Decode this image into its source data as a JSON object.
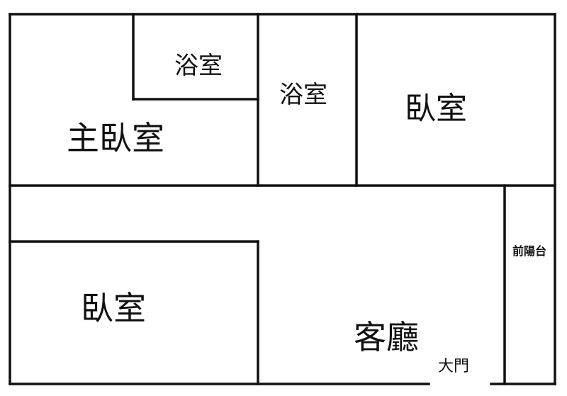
{
  "rooms": {
    "bath_small": "浴室",
    "bath_middle": "浴室",
    "bedroom_right": "臥室",
    "master_bedroom": "主臥室",
    "bedroom_lower": "臥室",
    "living_room": "客廳",
    "front_balcony": "前陽台",
    "main_door": "大門"
  },
  "colors": {
    "wall": "#111111",
    "background": "#ffffff"
  }
}
